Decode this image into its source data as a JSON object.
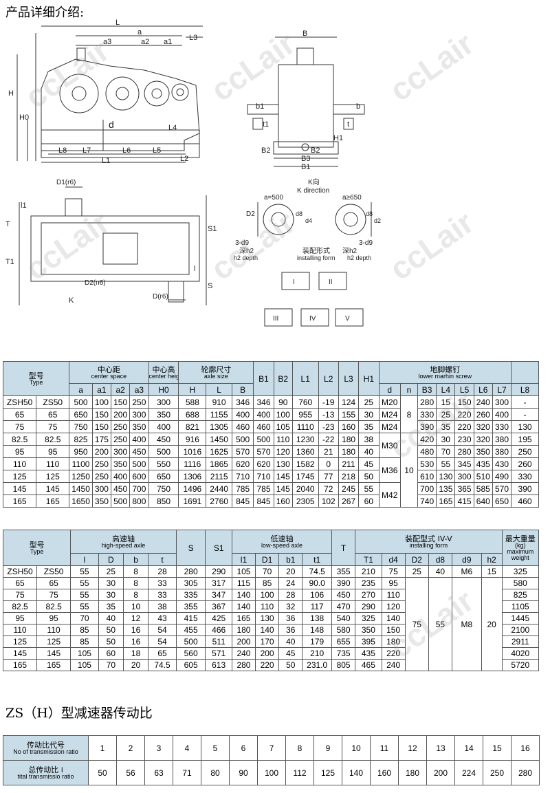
{
  "heading": "产品详细介绍:",
  "watermark": "ccLair",
  "drawing": {
    "labels": {
      "L": "L",
      "a": "a",
      "a3": "a3",
      "a2": "a2",
      "a1": "a1",
      "L3": "L3",
      "H": "H",
      "H0": "H0",
      "d": "d",
      "L4": "L4",
      "L8": "L8",
      "L7": "L7",
      "L6": "L6",
      "L5": "L5",
      "L1": "L1",
      "L2": "L2",
      "B": "B",
      "b1": "b1",
      "t1": "t1",
      "t": "t",
      "b": "b",
      "H1": "H1",
      "B2a": "B2",
      "B2b": "B2",
      "B3": "B3",
      "B1": "B1",
      "D1": "D1(r6)",
      "l1": "l1",
      "T": "T",
      "S1": "S1",
      "T1": "T1",
      "l": "l",
      "D2": "D2(n6)",
      "D": "D(r6)",
      "S": "S",
      "K": "K",
      "kdir_zh": "K向",
      "kdir_en": "K direction",
      "a500": "a=500",
      "a650": "a≥650",
      "D2v": "D2",
      "d8a": "d8",
      "d4": "d4",
      "d8b": "d8",
      "d2": "d2",
      "d9a": "3-d9",
      "h2a_zh": "深h2",
      "h2a_en": "h2 depth",
      "d9b": "3-d9",
      "h2b_zh": "深h2",
      "h2b_en": "h2 depth",
      "form_zh": "装配形式",
      "form_en": "installing form",
      "f1": "I",
      "f2": "II",
      "f3": "III",
      "f4": "IV",
      "f5": "V"
    }
  },
  "table1": {
    "h_type_zh": "型号",
    "h_type_en": "Type",
    "h_center_zh": "中心距",
    "h_center_en": "center space",
    "h_height_zh": "中心高",
    "h_height_en": "center height",
    "h_axle_zh": "轮廓尺寸",
    "h_axle_en": "axle size",
    "h_screw_zh": "地脚螺钉",
    "h_screw_en": "lower marhin screw",
    "cols": [
      "a",
      "a1",
      "a2",
      "a3",
      "H0",
      "H",
      "L",
      "B",
      "B1",
      "B2",
      "L1",
      "L2",
      "L3",
      "H1",
      "d",
      "n",
      "B3",
      "L4",
      "L5",
      "L6",
      "L7",
      "L8"
    ],
    "rows": [
      [
        "ZSH50",
        "ZS50",
        "500",
        "100",
        "150",
        "250",
        "300",
        "588",
        "910",
        "346",
        "346",
        "90",
        "760",
        "-19",
        "124",
        "25",
        "M20",
        "8",
        "280",
        "15",
        "150",
        "240",
        "300",
        "-"
      ],
      [
        "65",
        "65",
        "650",
        "150",
        "200",
        "300",
        "350",
        "688",
        "1155",
        "400",
        "400",
        "100",
        "955",
        "-13",
        "155",
        "30",
        "M24",
        "",
        "330",
        "25",
        "220",
        "260",
        "400",
        "-"
      ],
      [
        "75",
        "75",
        "750",
        "150",
        "250",
        "350",
        "400",
        "821",
        "1305",
        "460",
        "460",
        "105",
        "1110",
        "-23",
        "160",
        "35",
        "M24",
        "",
        "390",
        "35",
        "220",
        "320",
        "330",
        "130"
      ],
      [
        "82.5",
        "82.5",
        "825",
        "175",
        "250",
        "400",
        "450",
        "916",
        "1450",
        "500",
        "500",
        "110",
        "1230",
        "-22",
        "180",
        "38",
        "",
        "",
        "420",
        "30",
        "230",
        "320",
        "380",
        "195"
      ],
      [
        "95",
        "95",
        "950",
        "200",
        "300",
        "450",
        "500",
        "1016",
        "1625",
        "570",
        "570",
        "120",
        "1360",
        "21",
        "180",
        "40",
        "",
        "",
        "480",
        "70",
        "280",
        "350",
        "380",
        "250"
      ],
      [
        "110",
        "110",
        "1100",
        "250",
        "350",
        "500",
        "550",
        "1116",
        "1865",
        "620",
        "620",
        "130",
        "1582",
        "0",
        "211",
        "45",
        "",
        "",
        "530",
        "55",
        "345",
        "435",
        "430",
        "260"
      ],
      [
        "125",
        "125",
        "1250",
        "250",
        "400",
        "600",
        "650",
        "1306",
        "2115",
        "710",
        "710",
        "145",
        "1745",
        "77",
        "218",
        "50",
        "",
        "",
        "610",
        "130",
        "300",
        "510",
        "490",
        "330"
      ],
      [
        "145",
        "145",
        "1450",
        "300",
        "450",
        "700",
        "750",
        "1496",
        "2440",
        "785",
        "785",
        "145",
        "2040",
        "72",
        "245",
        "55",
        "",
        "",
        "700",
        "135",
        "365",
        "585",
        "570",
        "390"
      ],
      [
        "165",
        "165",
        "1650",
        "350",
        "500",
        "800",
        "850",
        "1691",
        "2760",
        "845",
        "845",
        "160",
        "2305",
        "102",
        "267",
        "60",
        "",
        "",
        "740",
        "165",
        "415",
        "640",
        "650",
        "460"
      ]
    ],
    "merged": {
      "d_m30": "M30",
      "d_m36": "M36",
      "d_m42": "M42",
      "n_10": "10"
    }
  },
  "table2": {
    "h_type_zh": "型号",
    "h_type_en": "Type",
    "h_high_zh": "高速轴",
    "h_high_en": "high-speed axle",
    "h_low_zh": "低速轴",
    "h_low_en": "low-speed axle",
    "h_form_zh": "装配型式 IV-V",
    "h_form_en": "installing form",
    "h_weight_zh": "最大重量",
    "h_weight_unit": "(kg)",
    "h_weight_en": "maximum weight",
    "cols": [
      "l",
      "D",
      "b",
      "t",
      "S",
      "S1",
      "l1",
      "D1",
      "b1",
      "t1",
      "T",
      "T1",
      "d4",
      "D2",
      "d8",
      "d9",
      "h2"
    ],
    "rows": [
      [
        "ZSH50",
        "ZS50",
        "55",
        "25",
        "8",
        "28",
        "280",
        "290",
        "105",
        "70",
        "20",
        "74.5",
        "355",
        "210",
        "75",
        "25",
        "40",
        "M6",
        "15",
        "325"
      ],
      [
        "65",
        "65",
        "55",
        "30",
        "8",
        "33",
        "305",
        "317",
        "115",
        "85",
        "24",
        "90.0",
        "390",
        "235",
        "95",
        "",
        "",
        "",
        "",
        "580"
      ],
      [
        "75",
        "75",
        "55",
        "30",
        "8",
        "33",
        "335",
        "347",
        "140",
        "100",
        "28",
        "106",
        "450",
        "270",
        "110",
        "",
        "",
        "",
        "",
        "825"
      ],
      [
        "82.5",
        "82.5",
        "55",
        "35",
        "10",
        "38",
        "355",
        "367",
        "140",
        "110",
        "32",
        "117",
        "470",
        "290",
        "120",
        "",
        "",
        "",
        "",
        "1105"
      ],
      [
        "95",
        "95",
        "70",
        "40",
        "12",
        "43",
        "415",
        "425",
        "165",
        "130",
        "36",
        "138",
        "540",
        "325",
        "140",
        "",
        "",
        "",
        "",
        "1445"
      ],
      [
        "110",
        "110",
        "85",
        "50",
        "16",
        "54",
        "455",
        "466",
        "180",
        "140",
        "36",
        "148",
        "580",
        "350",
        "150",
        "",
        "",
        "",
        "",
        "2100"
      ],
      [
        "125",
        "125",
        "85",
        "50",
        "16",
        "54",
        "500",
        "511",
        "200",
        "170",
        "40",
        "179",
        "655",
        "395",
        "180",
        "",
        "",
        "",
        "",
        "2911"
      ],
      [
        "145",
        "145",
        "105",
        "60",
        "18",
        "65",
        "560",
        "571",
        "240",
        "200",
        "45",
        "210",
        "735",
        "435",
        "220",
        "",
        "",
        "",
        "",
        "4020"
      ],
      [
        "165",
        "165",
        "105",
        "70",
        "20",
        "74.5",
        "605",
        "613",
        "280",
        "220",
        "50",
        "231.0",
        "805",
        "465",
        "240",
        "",
        "",
        "",
        "",
        "5720"
      ]
    ],
    "merged": {
      "D2": "75",
      "d8": "55",
      "d9": "M8",
      "h2": "20"
    }
  },
  "ratio_title": "ZS（H）型减速器传动比",
  "table3": {
    "h1_zh": "传动比代号",
    "h1_en": "No of transmission ratio",
    "h2_zh": "总传动比 i",
    "h2_en": "tital transmissio ratio",
    "codes": [
      "1",
      "2",
      "3",
      "4",
      "5",
      "6",
      "7",
      "8",
      "9",
      "10",
      "11",
      "12",
      "13",
      "14",
      "15",
      "16"
    ],
    "ratios": [
      "50",
      "56",
      "63",
      "71",
      "80",
      "90",
      "100",
      "112",
      "125",
      "140",
      "160",
      "180",
      "200",
      "224",
      "250",
      "280"
    ]
  }
}
